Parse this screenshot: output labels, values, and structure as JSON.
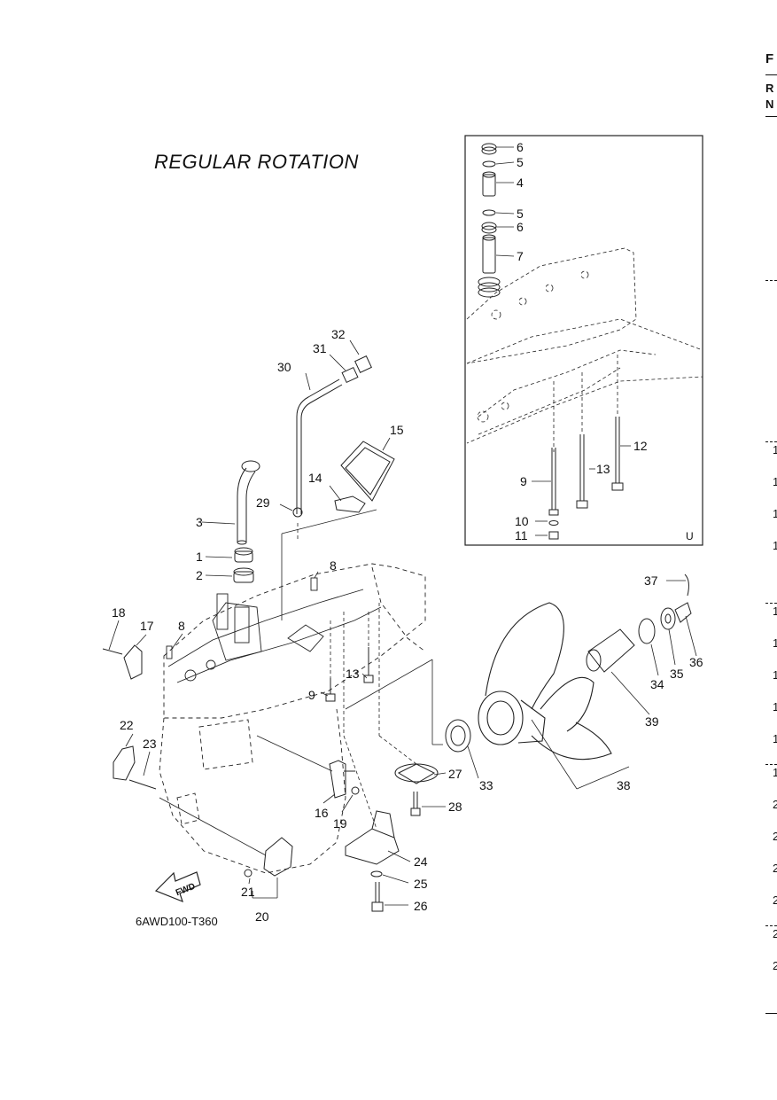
{
  "page": {
    "title": "REGULAR ROTATION",
    "figure_code": "6AWD100-T360"
  },
  "inset": {
    "corner_mark": "U"
  },
  "fwd_arrow_label": "FWD",
  "callouts": [
    "1",
    "2",
    "3",
    "4",
    "5",
    "6",
    "7",
    "8",
    "9",
    "10",
    "11",
    "12",
    "13",
    "14",
    "15",
    "16",
    "17",
    "18",
    "19",
    "20",
    "21",
    "22",
    "23",
    "24",
    "25",
    "26",
    "27",
    "28",
    "29",
    "30",
    "31",
    "32",
    "33",
    "34",
    "35",
    "36",
    "37",
    "38",
    "39"
  ],
  "right_edge": {
    "header": [
      "F",
      "R",
      "N"
    ],
    "rows": [
      "1",
      "1",
      "1",
      "1",
      "1",
      "1",
      "1",
      "1",
      "1",
      "1",
      "2",
      "2",
      "2",
      "2",
      "2",
      "2"
    ]
  }
}
